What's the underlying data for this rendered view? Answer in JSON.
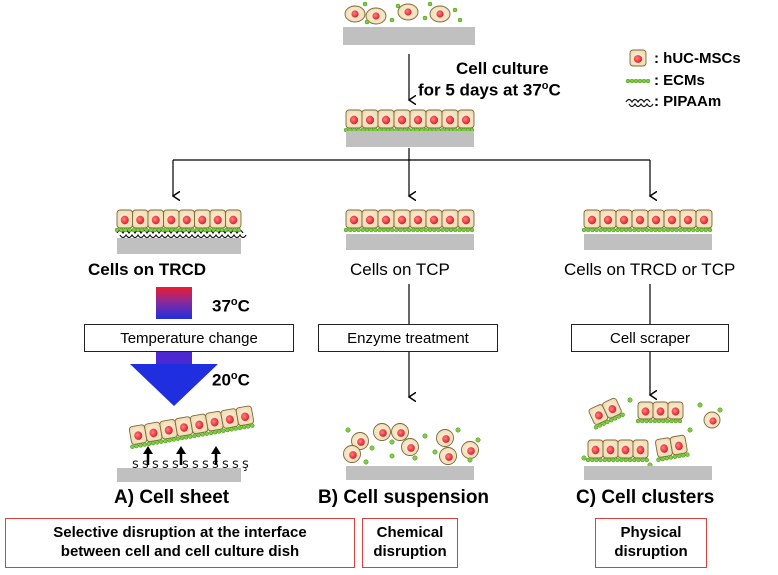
{
  "legend": {
    "cell": ": hUC-MSCs",
    "ecm": ": ECMs",
    "pipaam": ": PIPAAm"
  },
  "culture": {
    "line1": "Cell culture",
    "line2_prefix": "for 5 days at 37",
    "line2_sup": "o",
    "line2_suffix": "C"
  },
  "branches": {
    "left_label": "Cells on TRCD",
    "mid_label": "Cells on TCP",
    "right_label": "Cells on TRCD or TCP"
  },
  "temp": {
    "high_num": "37",
    "high_sup": "o",
    "high_unit": "C",
    "low_num": "20",
    "low_sup": "o",
    "low_unit": "C"
  },
  "steps": {
    "left": "Temperature change",
    "mid": "Enzyme treatment",
    "right": "Cell scraper"
  },
  "results": {
    "a": "A) Cell sheet",
    "b": "B) Cell suspension",
    "c": "C) Cell clusters"
  },
  "disruption": {
    "a_line1": "Selective disruption at the interface",
    "a_line2": "between cell and cell culture dish",
    "b_line1": "Chemical",
    "b_line2": "disruption",
    "c_line1": "Physical",
    "c_line2": "disruption"
  }
}
